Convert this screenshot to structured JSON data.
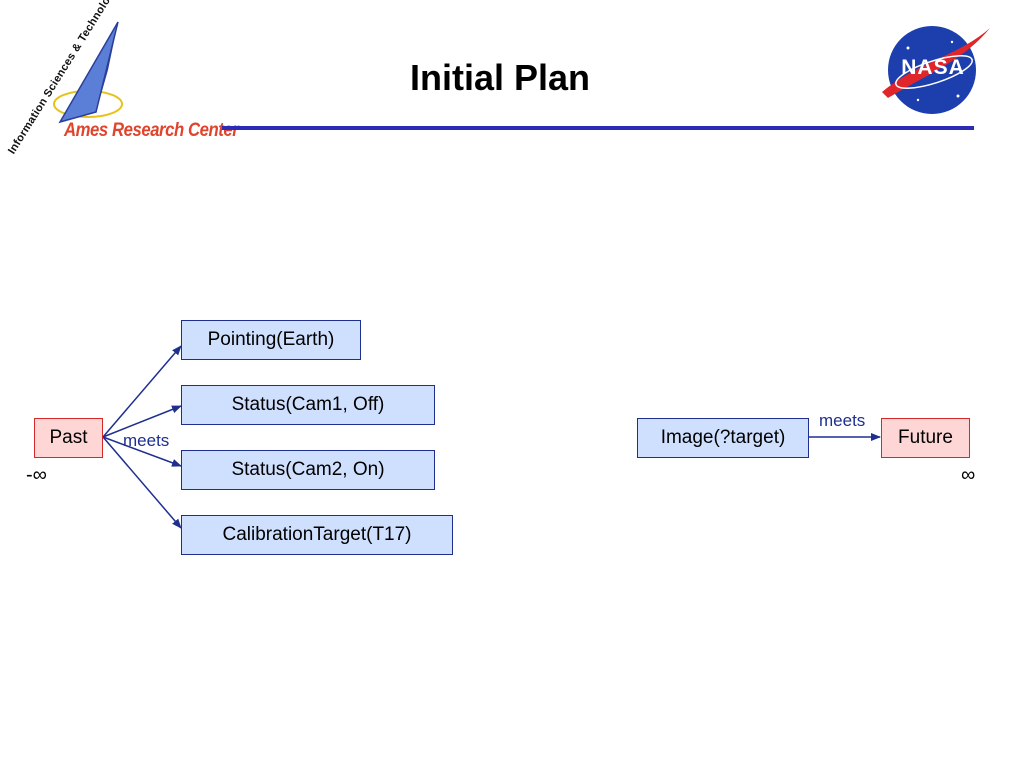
{
  "header": {
    "title": "Initial Plan",
    "ames_logo_text": "Ames Research Center",
    "ames_logo_subtext": "Information Sciences & Technology",
    "nasa_logo_text": "NASA"
  },
  "diagram": {
    "past": "Past",
    "future": "Future",
    "timeline_start": "-∞",
    "timeline_end": "∞",
    "left_meets_label": "meets",
    "right_meets_label": "meets",
    "tokens": [
      "Pointing(Earth)",
      "Status(Cam1, Off)",
      "Status(Cam2, On)",
      "CalibrationTarget(T17)"
    ],
    "goal_token": "Image(?target)"
  },
  "colors": {
    "token_fill": "#cfe0ff",
    "token_border": "#1f2f8f",
    "endpoint_fill": "#ffd6d6",
    "endpoint_border": "#d42a2a",
    "rule": "#2b2bb8",
    "arrow": "#1f2f8f"
  }
}
